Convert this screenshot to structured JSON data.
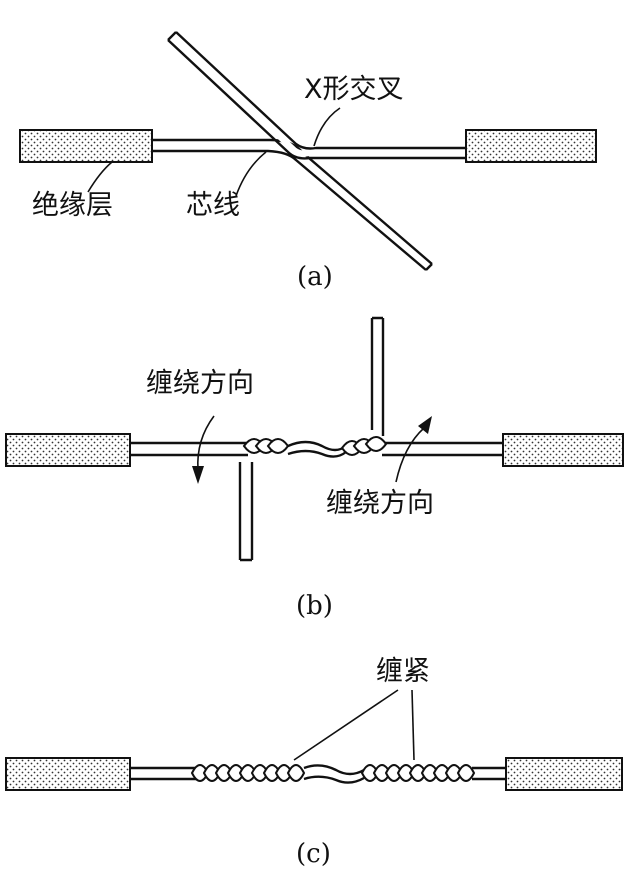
{
  "panel_a": {
    "label_cross": "X形交叉",
    "label_insulation": "绝缘层",
    "label_core": "芯线",
    "caption": "(a)"
  },
  "panel_b": {
    "label_direction_left": "缠绕方向",
    "label_direction_right": "缠绕方向",
    "caption": "(b)"
  },
  "panel_c": {
    "label_tight": "缠紧",
    "caption": "(c)"
  }
}
